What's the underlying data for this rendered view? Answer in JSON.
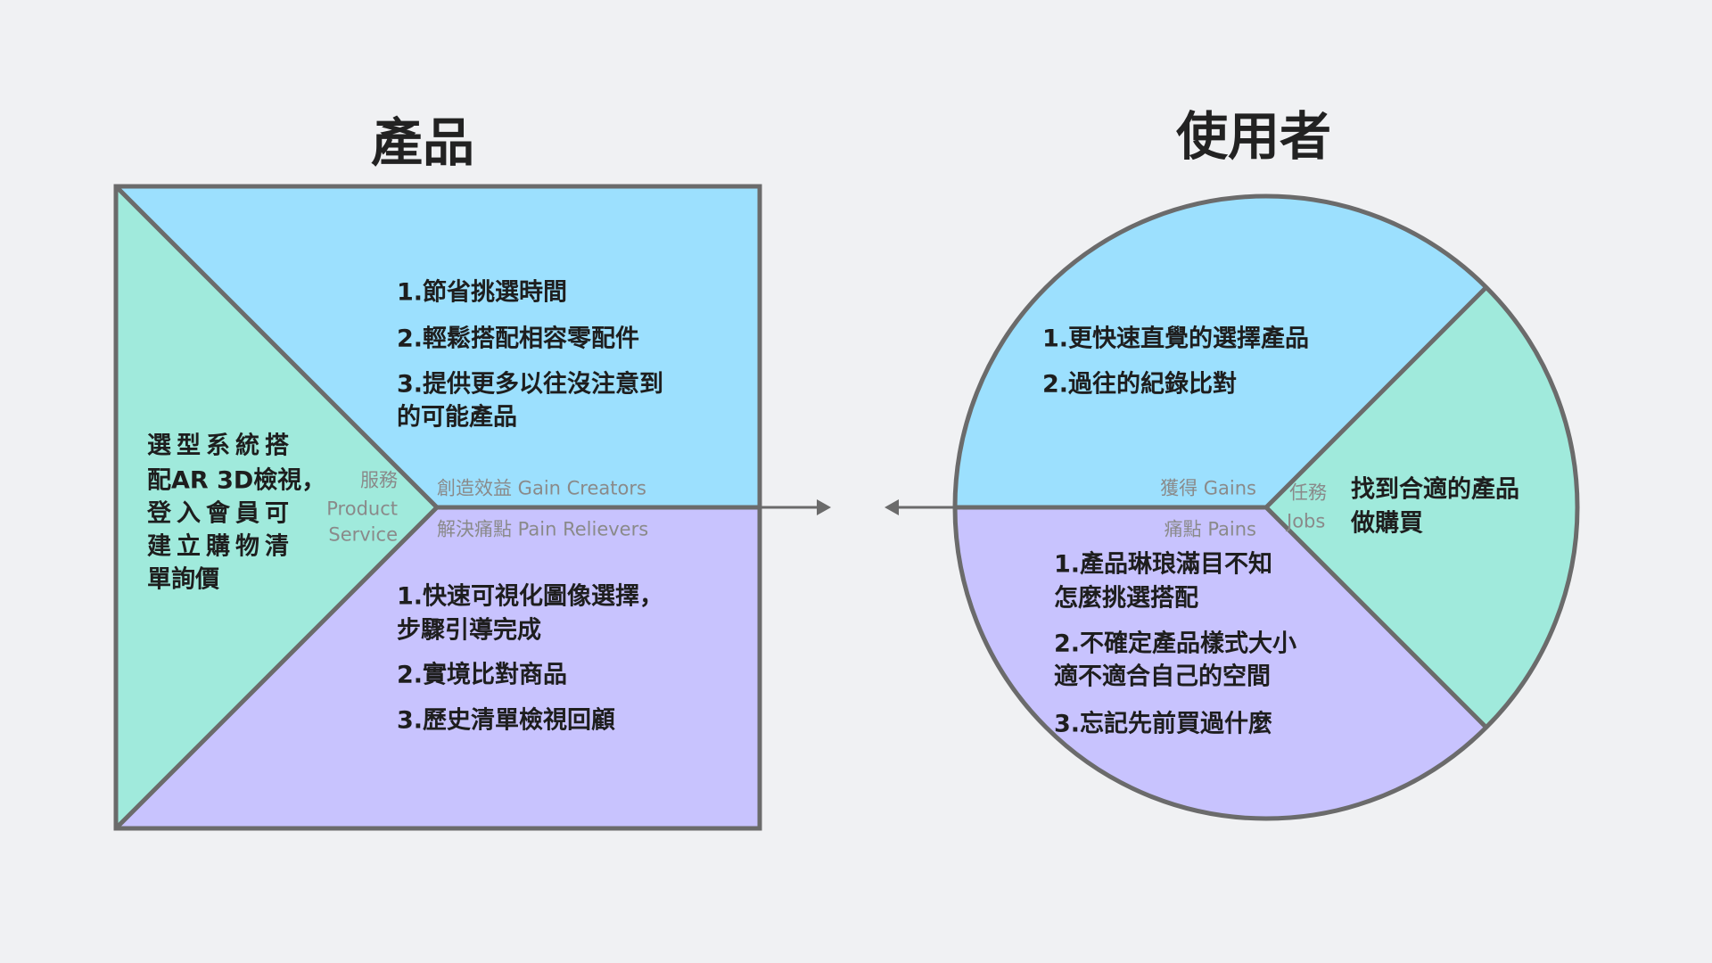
{
  "colors": {
    "background": "#f0f1f3",
    "gain": "#9ce0fe",
    "product": "#a0eadc",
    "pain": "#c8c3fe",
    "stroke": "#6b6b6b"
  },
  "product": {
    "title": "產品",
    "service_label": [
      "服務",
      "Product",
      "Service"
    ],
    "service_text": [
      "選型系統搭",
      "配AR 3D檢視，",
      "登入會員可",
      "建立購物清",
      "單詢價"
    ],
    "gain_creators_label": "創造效益 Gain Creators",
    "gain_creators": [
      "1.節省挑選時間",
      "2.輕鬆搭配相容零配件",
      "3.提供更多以往沒注意到",
      "的可能產品"
    ],
    "pain_relievers_label": "解決痛點 Pain Relievers",
    "pain_relievers": [
      "1.快速可視化圖像選擇，",
      "步驟引導完成",
      "2.實境比對商品",
      "3.歷史清單檢視回顧"
    ]
  },
  "user": {
    "title": "使用者",
    "gains_label": "獲得 Gains",
    "gains": [
      "1.更快速直覺的選擇產品",
      "2.過往的紀錄比對"
    ],
    "pains_label": "痛點 Pains",
    "pains": [
      "1.產品琳琅滿目不知",
      "怎麼挑選搭配",
      "2.不確定產品樣式大小",
      "適不適合自己的空間",
      "3.忘記先前買過什麼"
    ],
    "jobs_label": [
      "任務",
      "Jobs"
    ],
    "jobs": [
      "找到合適的產品",
      "做購買"
    ]
  }
}
